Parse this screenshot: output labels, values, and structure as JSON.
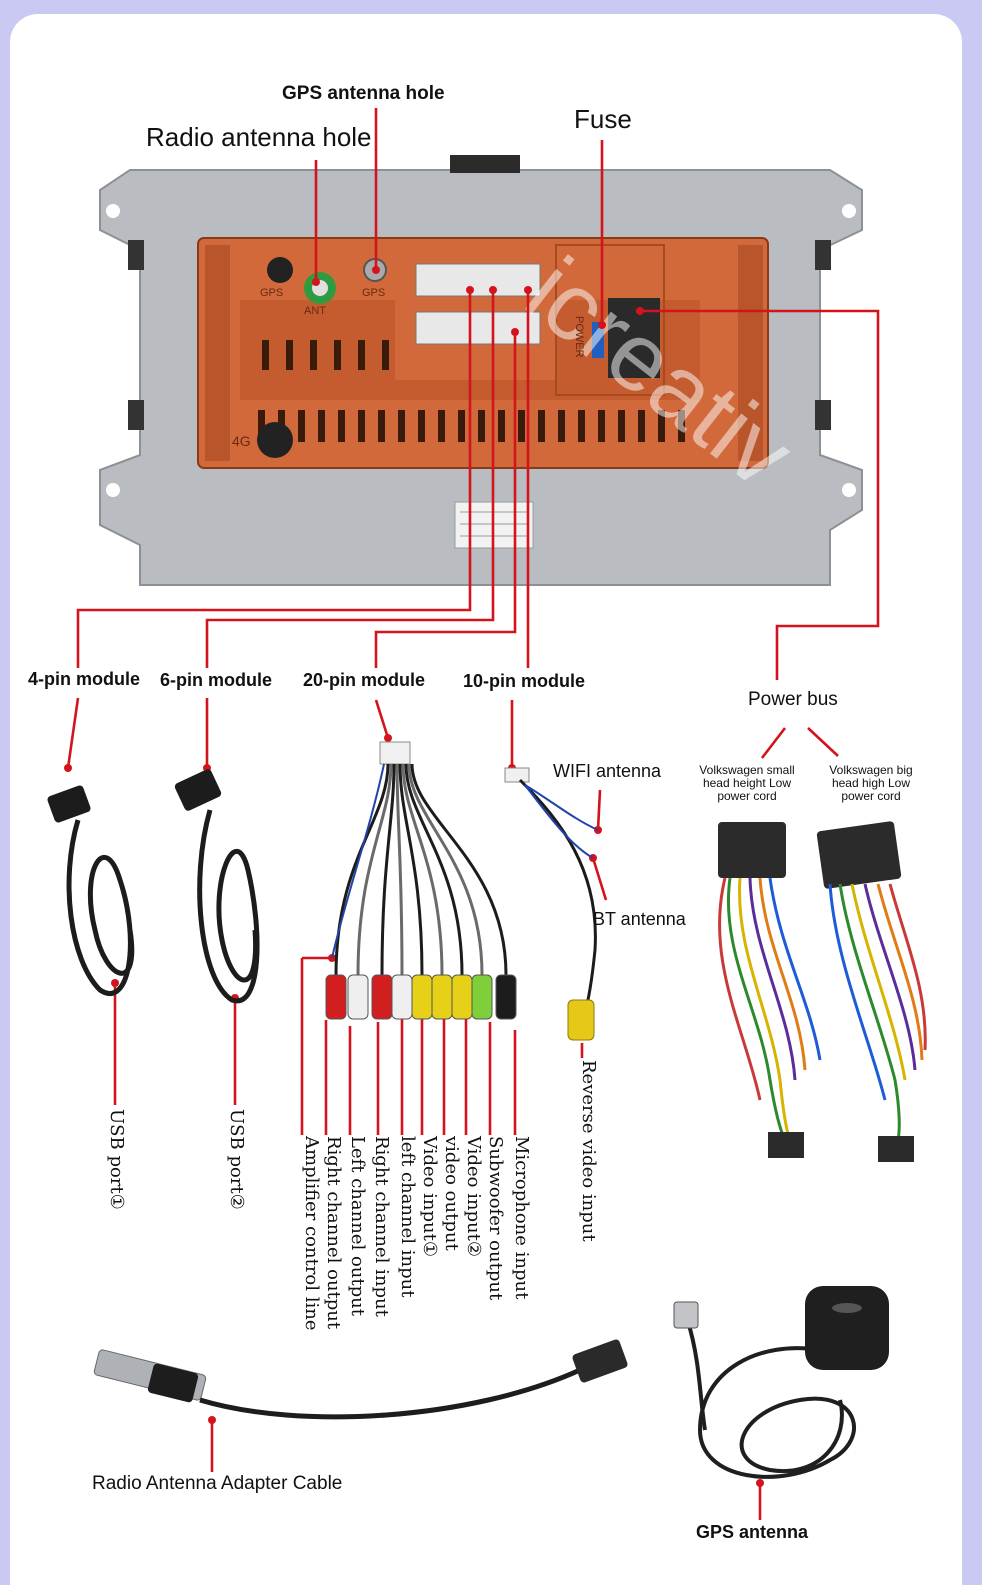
{
  "top_labels": {
    "gps_antenna_hole": "GPS antenna hole",
    "radio_antenna_hole": "Radio antenna hole",
    "fuse": "Fuse"
  },
  "unit_marks": {
    "gps_left": "GPS",
    "gps_right": "GPS",
    "ant": "ANT",
    "four_g": "4G",
    "power": "POWER"
  },
  "watermark": "icreativ",
  "modules": {
    "four_pin": "4-pin module",
    "six_pin": "6-pin module",
    "twenty_pin": "20-pin module",
    "ten_pin": "10-pin module",
    "power_bus": "Power bus"
  },
  "antennas": {
    "wifi": "WIFI antenna",
    "bt": "BT antenna"
  },
  "power_cords": {
    "small": "Volkswagen small head height Low power cord",
    "big": "Volkswagen big head high Low power cord"
  },
  "usb_ports": [
    "USB port①",
    "USB port②"
  ],
  "rca_outputs": [
    "Amplifier control line",
    "Right channel output",
    "Left channel output",
    "Right channel input",
    "left channel input",
    "Video input①",
    "video output",
    "Video input②",
    "Subwoofer output",
    "Microphone input"
  ],
  "reverse_video": "Reverse video input",
  "accessories": {
    "radio_adapter": "Radio Antenna Adapter Cable",
    "gps_antenna": "GPS antenna"
  },
  "colors": {
    "background": "#c9c9f3",
    "leader_line": "#d4141c",
    "chassis": "#b9bcc1",
    "panel": "#d2693a"
  }
}
